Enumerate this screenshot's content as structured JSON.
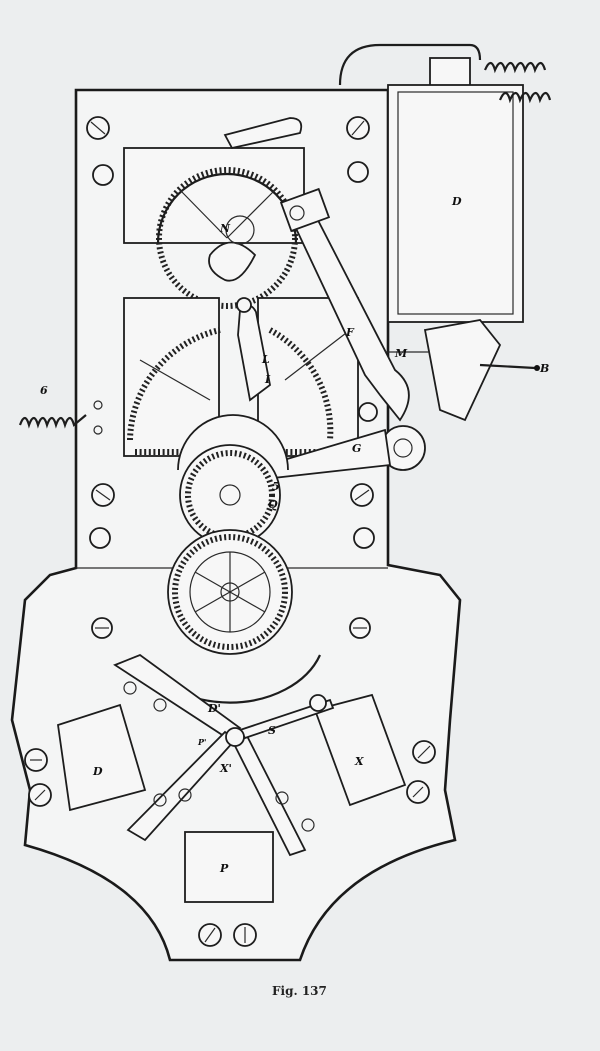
{
  "figure": {
    "caption": "Fig. 137",
    "labels": {
      "coil_top": "D",
      "wheel_n": "N",
      "lever_f": "F",
      "arm_m": "M",
      "terminal_b": "B",
      "pawl_l": "L",
      "pawl_i": "I",
      "spring_left": "6",
      "link_g": "G",
      "mark_5": "5",
      "wheel_q": "Q",
      "magnet_d_prime": "D'",
      "pinion_p_prime": "P'",
      "lever_s": "S",
      "mark_x_prime": "X'",
      "coil_x": "X",
      "coil_d": "D",
      "coil_p": "P"
    }
  }
}
